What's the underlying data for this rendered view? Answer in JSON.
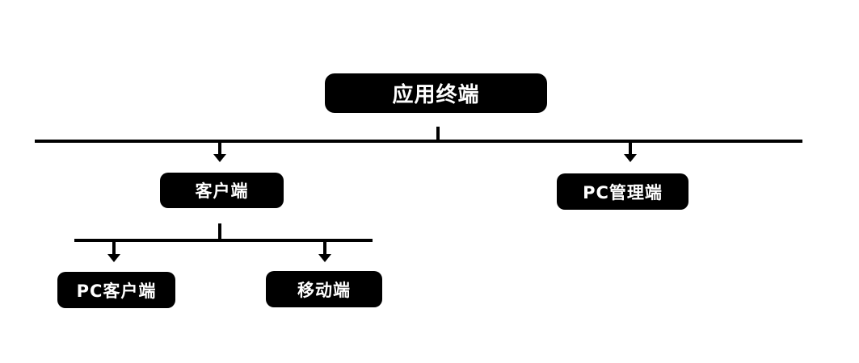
{
  "diagram": {
    "type": "org-chart",
    "nodes": {
      "root": {
        "label": "应用终端"
      },
      "client": {
        "label": "客户端"
      },
      "pc_admin": {
        "label": "PC管理端"
      },
      "pc_client": {
        "label": "PC客户端"
      },
      "mobile": {
        "label": "移动端"
      }
    },
    "edges": [
      {
        "from": "应用终端",
        "to": "客户端"
      },
      {
        "from": "应用终端",
        "to": "PC管理端"
      },
      {
        "from": "客户端",
        "to": "PC客户端"
      },
      {
        "from": "客户端",
        "to": "移动端"
      }
    ],
    "colors": {
      "node_bg": "#000000",
      "node_text": "#ffffff",
      "line": "#000000",
      "background": "#ffffff"
    }
  }
}
